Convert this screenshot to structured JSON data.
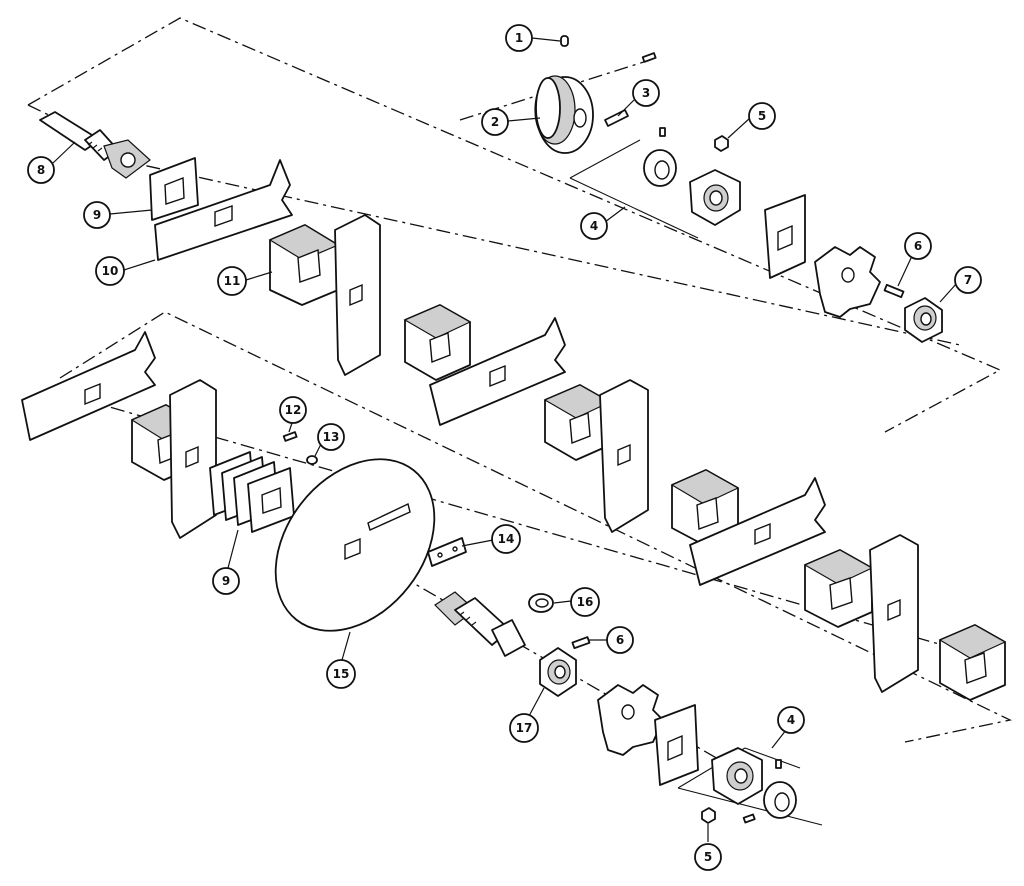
{
  "diagram": {
    "callouts": [
      {
        "id": "c1",
        "label": "1"
      },
      {
        "id": "c2",
        "label": "2"
      },
      {
        "id": "c3",
        "label": "3"
      },
      {
        "id": "c4a",
        "label": "4"
      },
      {
        "id": "c5a",
        "label": "5"
      },
      {
        "id": "c6a",
        "label": "6"
      },
      {
        "id": "c7",
        "label": "7"
      },
      {
        "id": "c8",
        "label": "8"
      },
      {
        "id": "c9a",
        "label": "9"
      },
      {
        "id": "c10",
        "label": "10"
      },
      {
        "id": "c11",
        "label": "11"
      },
      {
        "id": "c12",
        "label": "12"
      },
      {
        "id": "c13",
        "label": "13"
      },
      {
        "id": "c9b",
        "label": "9"
      },
      {
        "id": "c14",
        "label": "14"
      },
      {
        "id": "c15",
        "label": "15"
      },
      {
        "id": "c16",
        "label": "16"
      },
      {
        "id": "c6b",
        "label": "6"
      },
      {
        "id": "c17",
        "label": "17"
      },
      {
        "id": "c4b",
        "label": "4"
      },
      {
        "id": "c5b",
        "label": "5"
      }
    ]
  }
}
